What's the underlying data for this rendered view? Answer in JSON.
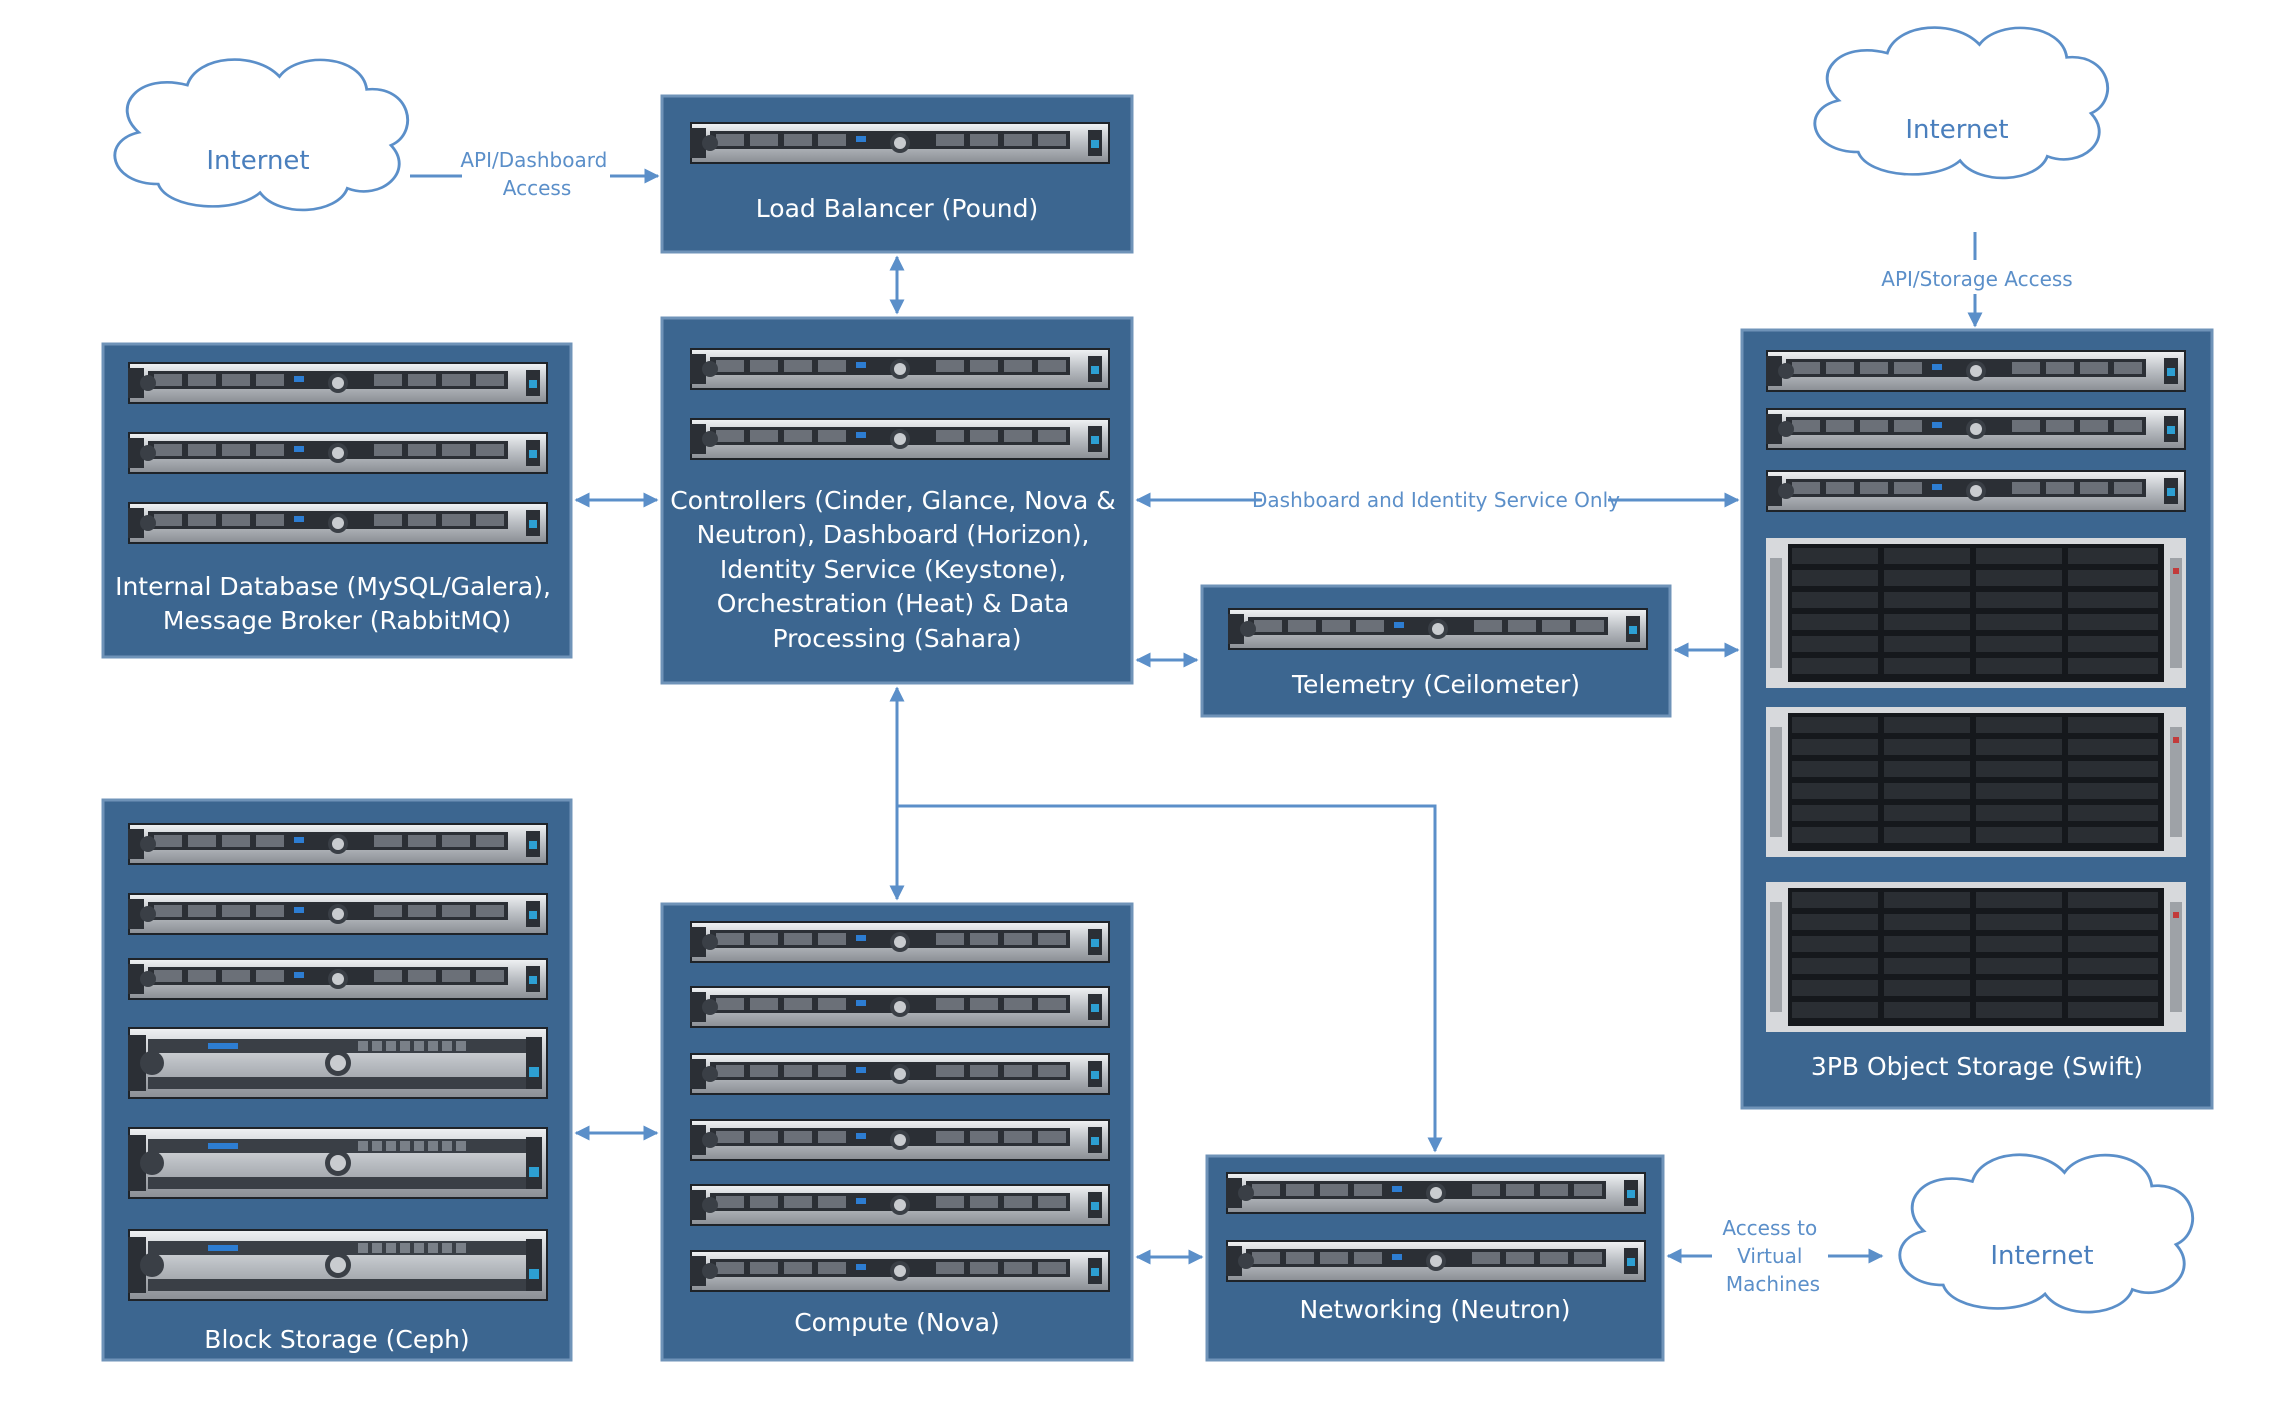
{
  "diagram": {
    "nodes": {
      "internet_api": {
        "label": "Internet"
      },
      "internet_storage": {
        "label": "Internet"
      },
      "internet_vm": {
        "label": "Internet"
      },
      "load_balancer": {
        "label": "Load Balancer (Pound)"
      },
      "controllers": {
        "lines": [
          "Controllers (Cinder, Glance, Nova &",
          "Neutron), Dashboard (Horizon),",
          "Identity Service (Keystone),",
          "Orchestration (Heat) & Data",
          "Processing (Sahara)"
        ]
      },
      "internal_db": {
        "lines": [
          "Internal Database (MySQL/Galera),",
          "Message Broker (RabbitMQ)"
        ]
      },
      "telemetry": {
        "label": "Telemetry (Ceilometer)"
      },
      "object_storage": {
        "label": "3PB Object Storage (Swift)"
      },
      "block_storage": {
        "label": "Block Storage (Ceph)"
      },
      "compute": {
        "label": "Compute (Nova)"
      },
      "networking": {
        "label": "Networking (Neutron)"
      }
    },
    "edges": {
      "api_dashboard": [
        "API/Dashboard",
        "Access"
      ],
      "api_storage": "API/Storage Access",
      "dashboard_identity": "Dashboard and Identity Service Only",
      "vm_access": [
        "Access to",
        "Virtual",
        "Machines"
      ]
    },
    "colors": {
      "box_fill": "#3c6690",
      "box_border": "#6f93b8",
      "arrow": "#5b8fc9",
      "cloud_stroke": "#5b8fc9",
      "server_silver": "#b9bdc2",
      "server_dark": "#1f2328"
    }
  }
}
